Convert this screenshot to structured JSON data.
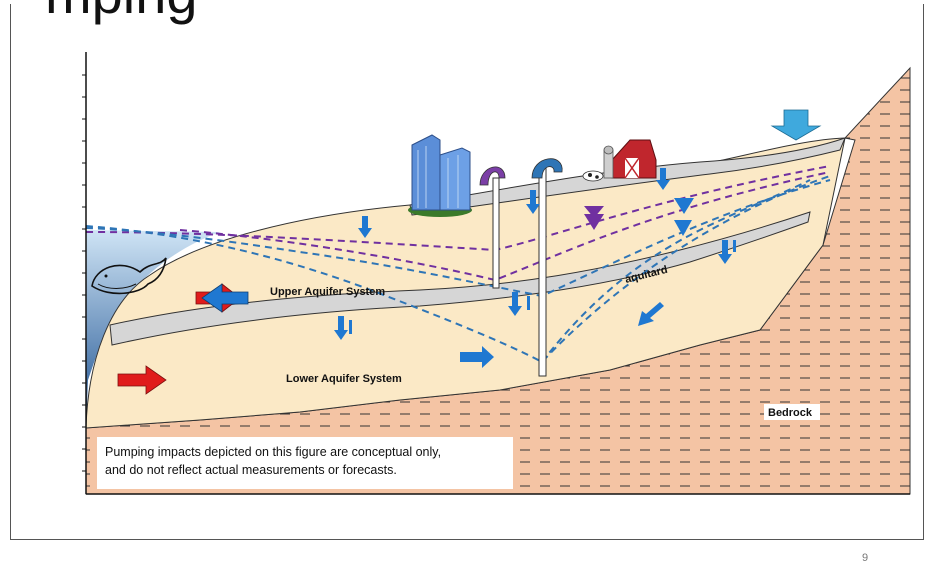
{
  "slide": {
    "title_fragment": "mping",
    "page_number": "9"
  },
  "diagram": {
    "labels": {
      "upper_aquifer": "Upper Aquifer System",
      "lower_aquifer": "Lower Aquifer System",
      "aquitard": "aquitard",
      "bedrock": "Bedrock"
    },
    "disclaimer_line1": "Pumping impacts depicted on this figure are conceptual only,",
    "disclaimer_line2": "and do not reflect actual measurements or forecasts.",
    "icons": [
      "whale-icon",
      "city-buildings-icon",
      "farm-barn-icon",
      "cow-icon",
      "pump-well-icon"
    ],
    "colors": {
      "ocean": "#1f5fa8",
      "aquifer": "#fbe9c6",
      "aquitard": "#d6d6d6",
      "bedrock": "#f4c4a4",
      "flow_arrow": "#1f78d1",
      "drawdown_upper": "#7030a0",
      "drawdown_lower": "#2e75b6",
      "recharge_arrow": "#3fa9dd",
      "inflow_arrow": "#e01b1b"
    }
  }
}
